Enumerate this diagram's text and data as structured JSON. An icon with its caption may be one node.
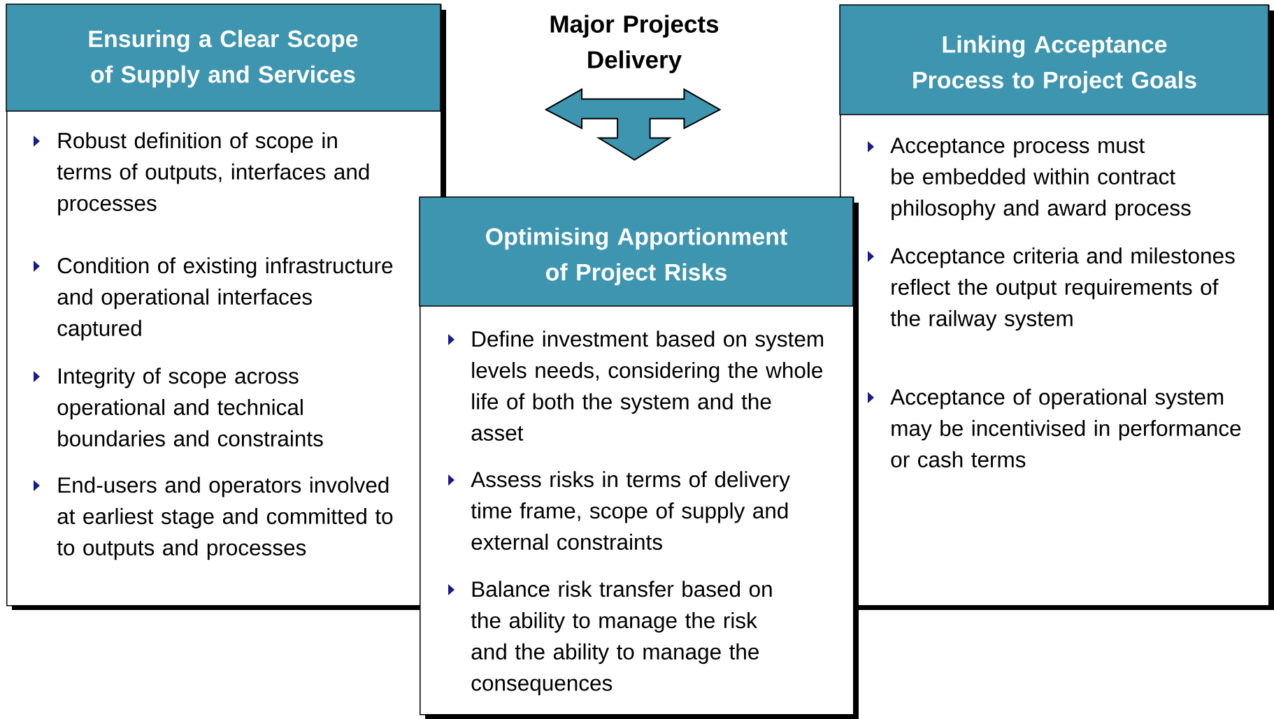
{
  "diagram": {
    "title": "Major Projects Delivery",
    "nodes": [
      {
        "text": [
          "Ensuring a Clear Scope of Supply and Services",
          "Robust definition of scope in terms of outputs, interfaces and processes",
          "Condition of existing infrastructure and operational interfaces captured",
          "Integrity of scope across operational and technical boundaries and constraints",
          "End-users and operators involved at earliest stage and committed to to outputs and processes"
        ]
      },
      {
        "text": [
          "Linking Acceptance Process to Project Goals",
          "Acceptance process must be embedded within contract philosophy and award process",
          "Acceptance criteria and milestones reflect the output requirements of the railway system",
          "Acceptance of operational system may be incentivised in performance or cash terms"
        ]
      },
      {
        "text": [
          "Optimising Apportionment of Project Risks",
          "Define investment based on system levels needs, considering the whole life of both the system and the asset",
          "Assess risks in terms of delivery time frame, scope of supply and external constraints",
          "Balance risk transfer based on the ability to manage the risk and the ability to manage the consequences"
        ]
      }
    ]
  }
}
